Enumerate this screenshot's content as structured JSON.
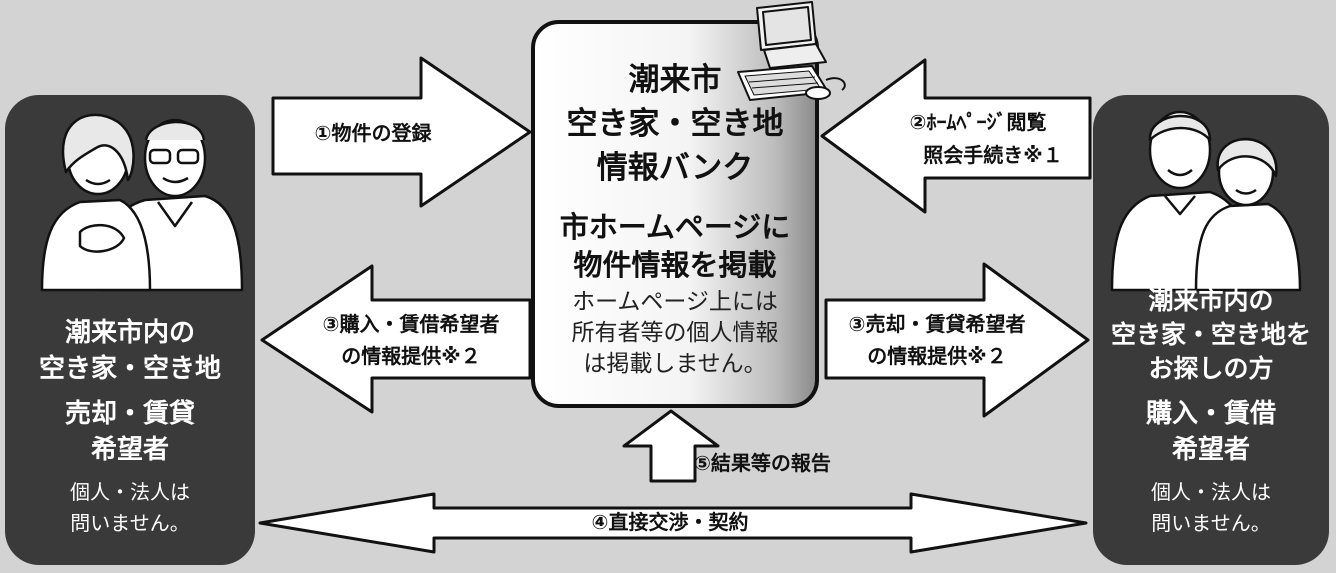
{
  "center": {
    "title_lines": [
      "潮来市",
      "空き家・空き地",
      "情報バンク"
    ],
    "subtitle_lines": [
      "市ホームページに",
      "物件情報を掲載"
    ],
    "note_lines": [
      "ホームページ上には",
      "所有者等の個人情報",
      "は掲載しません。"
    ]
  },
  "left_panel": {
    "heading_lines": [
      "潮来市内の",
      "空き家・空き地"
    ],
    "role_lines": [
      "売却・賃貸",
      "希望者"
    ],
    "note_lines": [
      "個人・法人は",
      "問いません。"
    ]
  },
  "right_panel": {
    "heading_lines": [
      "潮来市内の",
      "空き家・空き地を",
      "お探しの方"
    ],
    "role_lines": [
      "購入・賃借",
      "希望者"
    ],
    "note_lines": [
      "個人・法人は",
      "問いません。"
    ]
  },
  "arrows": {
    "a1": "①物件の登録",
    "a2_lines": [
      "②ﾎｰﾑﾍﾟｰｼﾞ閲覧",
      "照会手続き※１"
    ],
    "a3_left_lines": [
      "③購入・賃借希望者",
      "の情報提供※２"
    ],
    "a3_right_lines": [
      "③売却・賃貸希望者",
      "の情報提供※２"
    ],
    "a4": "④直接交渉・契約",
    "a5": "⑤結果等の報告"
  },
  "colors": {
    "background": "#d3d3d3",
    "panel": "#3a3a3a",
    "arrow_fill": "#ffffff",
    "outline": "#111111"
  }
}
